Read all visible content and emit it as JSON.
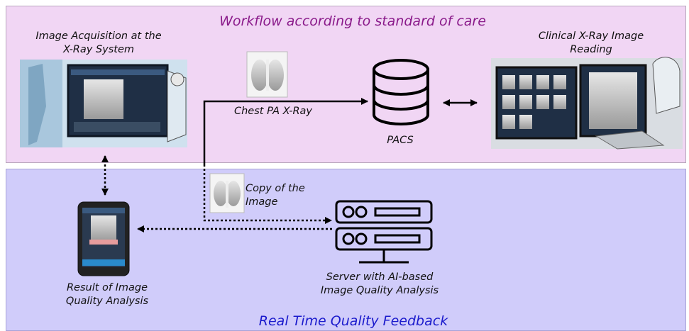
{
  "workflow": {
    "title": "Workflow according to standard of care",
    "title_color": "#8a1a8a",
    "acquisition_label": "Image Acquisition at the\nX-Ray System",
    "chest_xray_label": "Chest PA X-Ray",
    "pacs_label": "PACS",
    "reading_label": "Clinical X-Ray Image\nReading"
  },
  "feedback": {
    "title": "Real Time Quality Feedback",
    "title_color": "#1a1acc",
    "copy_label": "Copy of the\nImage",
    "server_label": "Server with AI-based\nImage Quality Analysis",
    "result_label": "Result of Image\nQuality Analysis"
  },
  "icons": [
    "xray-workstation-icon",
    "chest-xray-thumbnail",
    "database-icon",
    "reading-room-icon",
    "tablet-result-icon",
    "server-icon"
  ],
  "colors": {
    "top_panel": "#f1d6f4",
    "bottom_panel": "#d0ccfa"
  }
}
